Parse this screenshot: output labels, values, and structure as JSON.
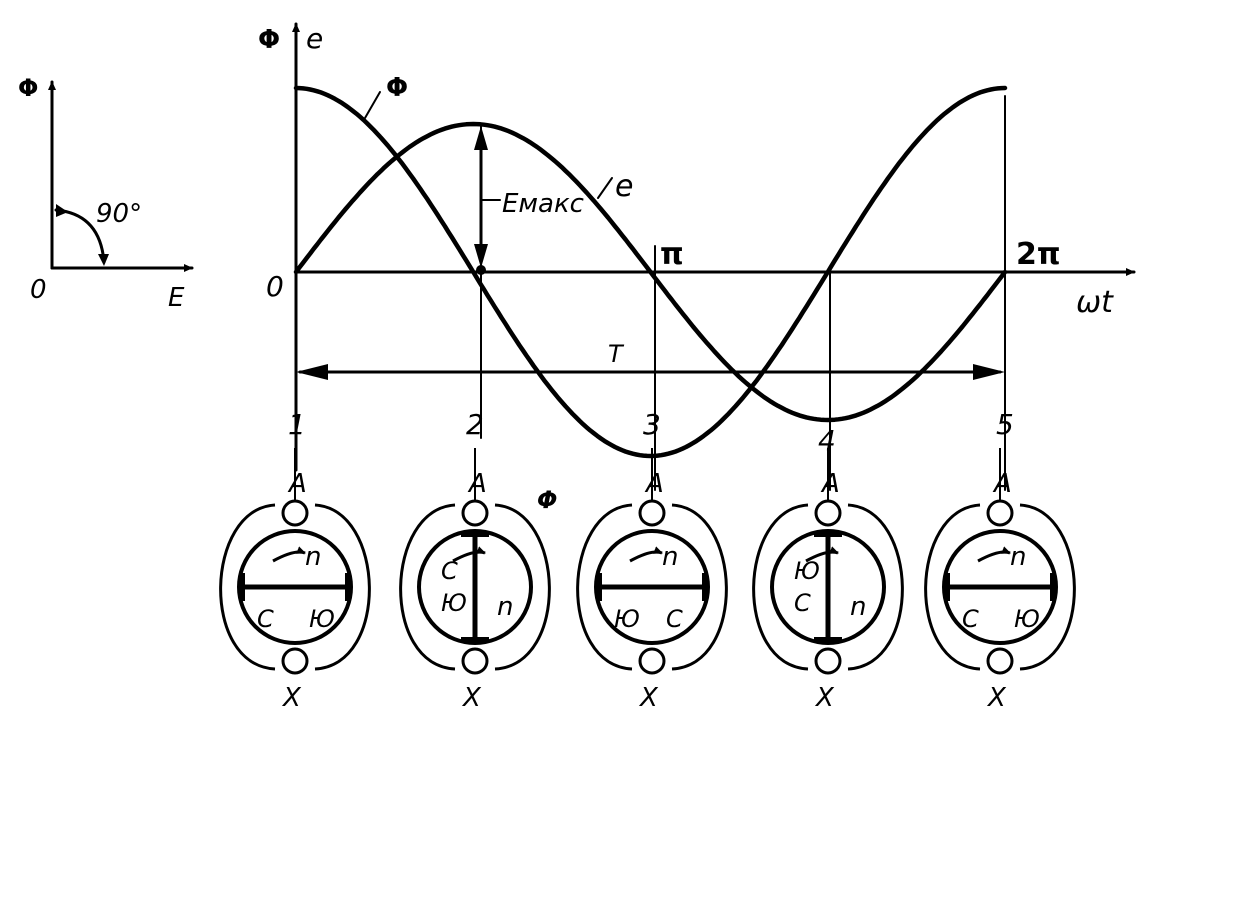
{
  "phasor": {
    "flux_label": "Φ",
    "origin_label": "0",
    "emf_label": "E",
    "angle_label": "90°"
  },
  "graph": {
    "flux_axis_label": "Φ",
    "emf_axis_label": "e",
    "origin_label": "0",
    "flux_curve_label": "Φ",
    "emf_curve_label": "e",
    "emax_label": "Eмакс",
    "pi_label": "π",
    "two_pi_label": "2π",
    "x_axis_label": "ωt",
    "period_label": "T",
    "position_labels": [
      "1",
      "2",
      "3",
      "4",
      "5"
    ]
  },
  "coils": [
    {
      "top": "A",
      "bottom": "X",
      "left_pole": "С",
      "right_pole": "Ю",
      "rotation": "n"
    },
    {
      "top": "A",
      "bottom": "X",
      "left_pole": "С",
      "right_pole": "Ю",
      "rotation": "n",
      "flux": "Φ"
    },
    {
      "top": "A",
      "bottom": "X",
      "left_pole": "Ю",
      "right_pole": "С",
      "rotation": "n"
    },
    {
      "top": "A",
      "bottom": "X",
      "left_pole": "Ю",
      "right_pole": "С",
      "rotation": "n"
    },
    {
      "top": "A",
      "bottom": "X",
      "left_pole": "С",
      "right_pole": "Ю",
      "rotation": "n"
    }
  ]
}
